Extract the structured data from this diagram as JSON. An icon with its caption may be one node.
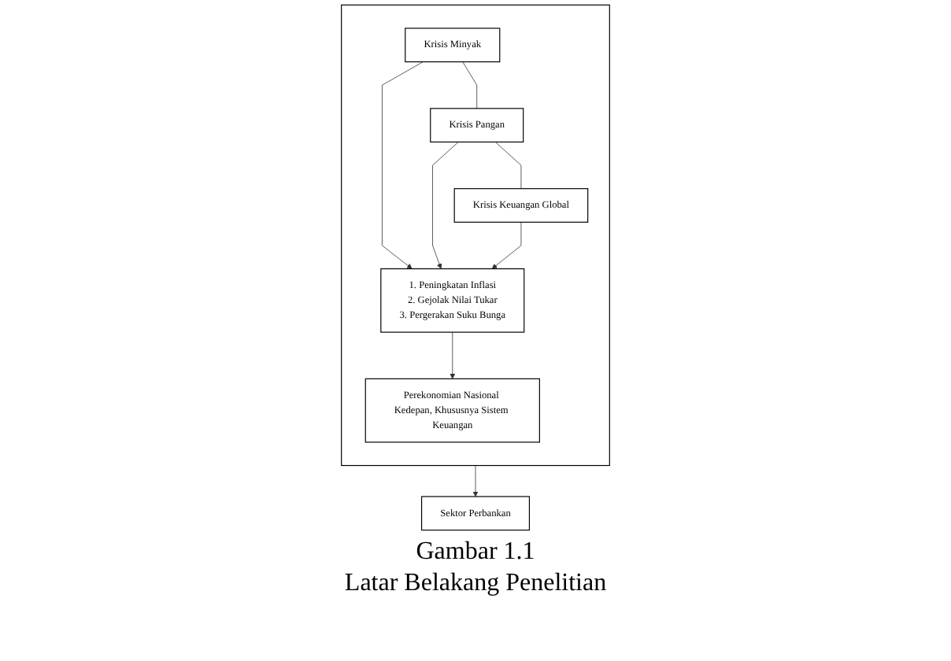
{
  "diagram": {
    "caption": "Gambar 1.1",
    "nodes": [
      {
        "text": [],
        "shape": "box"
      },
      {
        "text": [
          "Krisis Minyak"
        ],
        "in": 0
      },
      {
        "text": [
          "Krisis Pangan"
        ],
        "in": 0
      },
      {
        "text": [
          "Krisis Keuangan Global"
        ],
        "in": 0
      },
      {
        "text": [
          "1. Peningkatan Inflasi",
          "2. Gejolak Nilai Tukar",
          "3. Pergerakan Suku Bunga"
        ],
        "in": 0
      },
      {
        "text": [
          "Perekonomian Nasional Kedepan, Khususnya Sistem Keuangan"
        ],
        "in": 0
      },
      {
        "text": [
          "Sektor Perbankan"
        ]
      }
    ],
    "edges": [
      {
        "from": 1,
        "to": 2,
        "arrow": "none"
      },
      {
        "from": 2,
        "to": 3,
        "arrow": "none"
      },
      {
        "from": 1,
        "to": 4,
        "arrow": "to"
      },
      {
        "from": 2,
        "to": 4,
        "arrow": "to"
      },
      {
        "from": 3,
        "to": 4,
        "arrow": "to"
      },
      {
        "from": 4,
        "to": 5,
        "arrow": "to"
      },
      {
        "from": 0,
        "to": 6,
        "arrow": "to"
      }
    ],
    "labels": [
      "Latar Belakang Penelitian"
    ]
  }
}
